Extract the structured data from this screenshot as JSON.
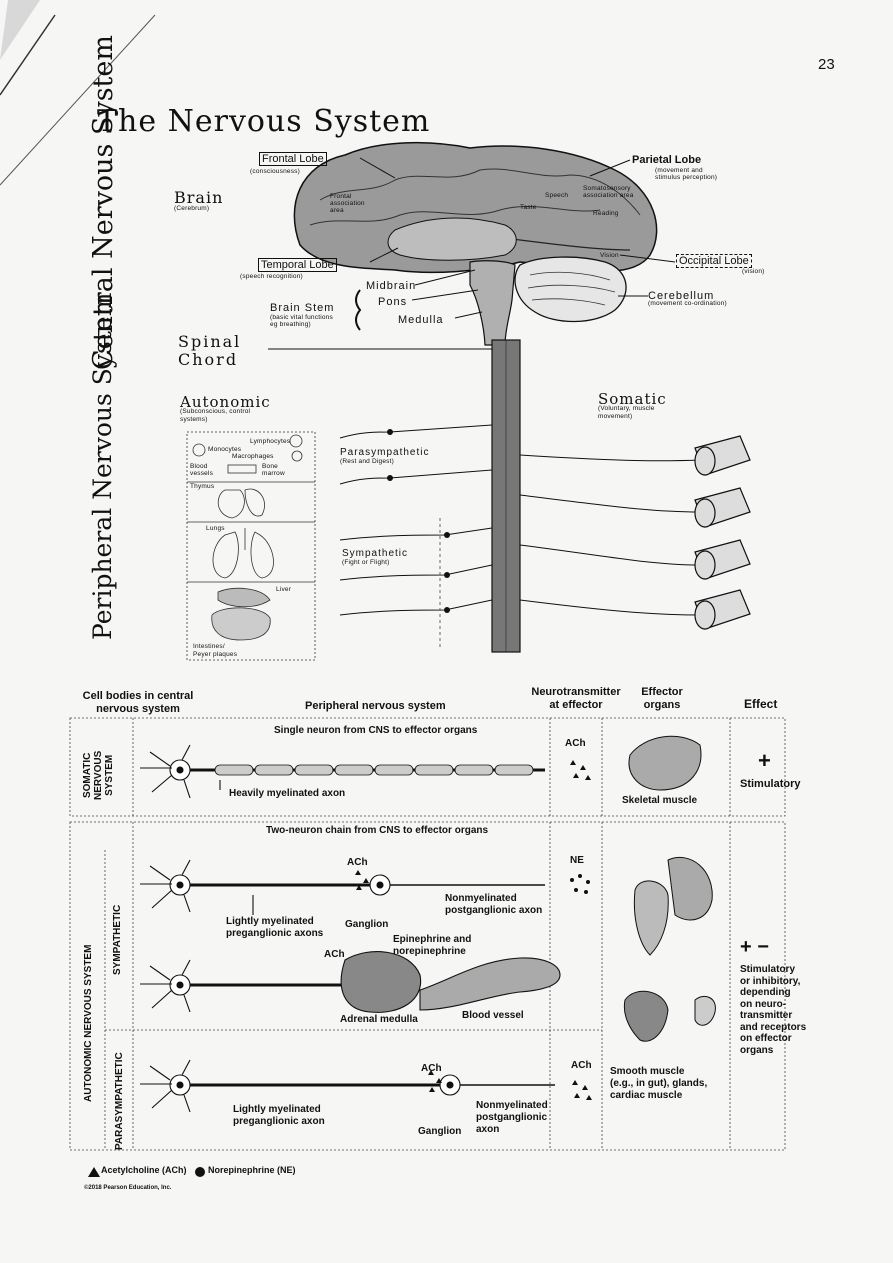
{
  "page_number": "23",
  "title": "The Nervous System",
  "section_labels": {
    "cns": "Central Nervous System",
    "pns": "Peripheral Nervous System"
  },
  "brain": {
    "label": "Brain",
    "sub": "(Cerebrum)",
    "frontal": {
      "label": "Frontal Lobe",
      "sub": "(consciousness)"
    },
    "parietal": {
      "label": "Parietal Lobe",
      "sub1": "(movement and",
      "sub2": "stimulus perception)"
    },
    "temporal": {
      "label": "Temporal Lobe",
      "sub": "(speech recognition)"
    },
    "occipital": {
      "label": "Occipital Lobe",
      "sub": "(vision)"
    },
    "cerebellum": {
      "label": "Cerebellum",
      "sub": "(movement co-ordination)"
    },
    "midbrain": "Midbrain",
    "pons": "Pons",
    "medulla": "Medulla",
    "brainstem": {
      "label": "Brain Stem",
      "sub1": "(basic vital functions",
      "sub2": "eg breathing)"
    },
    "spinal1": "Spinal",
    "spinal2": "Chord",
    "inner": {
      "frontal_assoc": "Frontal association area",
      "somatosensory": "Somatosensory association area",
      "speech": "Speech",
      "taste": "Taste",
      "reading": "Reading",
      "vision": "Vision"
    }
  },
  "autonomic": {
    "label": "Autonomic",
    "sub1": "(Subconscious, control",
    "sub2": "systems)"
  },
  "somatic": {
    "label": "Somatic",
    "sub1": "(Voluntary, muscle",
    "sub2": "movement)"
  },
  "parasympathetic": {
    "label": "Parasympathetic",
    "sub": "(Rest and Digest)"
  },
  "sympathetic": {
    "label": "Sympathetic",
    "sub": "(Fight or Flight)"
  },
  "organs": {
    "lymphocytes": "Lymphocytes",
    "monocytes": "Monocytes",
    "macrophages": "Macrophages",
    "blood": "Blood",
    "vessels": "vessels",
    "bone": "Bone",
    "marrow": "marrow",
    "thymus": "Thymus",
    "lungs": "Lungs",
    "liver": "Liver",
    "intestines": "Intestines/",
    "peyer": "Peyer plaques"
  },
  "table": {
    "headers": {
      "cell_bodies1": "Cell bodies in central",
      "cell_bodies2": "nervous system",
      "pns": "Peripheral nervous system",
      "nt1": "Neurotransmitter",
      "nt2": "at effector",
      "eff1": "Effector",
      "eff2": "organs",
      "effect": "Effect"
    },
    "somatic": {
      "side1": "SOMATIC",
      "side2": "NERVOUS",
      "side3": "SYSTEM",
      "title": "Single neuron from CNS to effector organs",
      "axon": "Heavily myelinated axon",
      "nt": "ACh",
      "organ": "Skeletal muscle",
      "sign": "+",
      "effect": "Stimulatory"
    },
    "autonomic": {
      "side": "AUTONOMIC NERVOUS SYSTEM",
      "sym_side": "SYMPATHETIC",
      "para_side": "PARASYMPATHETIC",
      "title": "Two-neuron chain from CNS to effector organs",
      "ach": "ACh",
      "ne": "NE",
      "nonmyel1": "Nonmyelinated",
      "nonmyel2": "postganglionic axon",
      "lightly1": "Lightly myelinated",
      "lightly2": "preganglionic axons",
      "ganglion": "Ganglion",
      "epi1": "Epinephrine and",
      "epi2": "norepinephrine",
      "ach2": "ACh",
      "adrenal": "Adrenal medulla",
      "blood_vessel": "Blood vessel",
      "para_lightly1": "Lightly myelinated",
      "para_lightly2": "preganglionic axon",
      "para_ach": "ACh",
      "para_ganglion": "Ganglion",
      "para_non1": "Nonmyelinated",
      "para_non2": "postganglionic",
      "para_non3": "axon",
      "para_nt": "ACh",
      "smooth1": "Smooth muscle",
      "smooth2": "(e.g., in gut), glands,",
      "smooth3": "cardiac muscle",
      "sign": "+ −",
      "eff1": "Stimulatory",
      "eff2": "or inhibitory,",
      "eff3": "depending",
      "eff4": "on neuro-",
      "eff5": "transmitter",
      "eff6": "and receptors",
      "eff7": "on effector",
      "eff8": "organs"
    },
    "legend": {
      "ach": "Acetylcholine (ACh)",
      "ne": "Norepinephrine (NE)"
    },
    "copyright": "©2018 Pearson Education, Inc."
  }
}
